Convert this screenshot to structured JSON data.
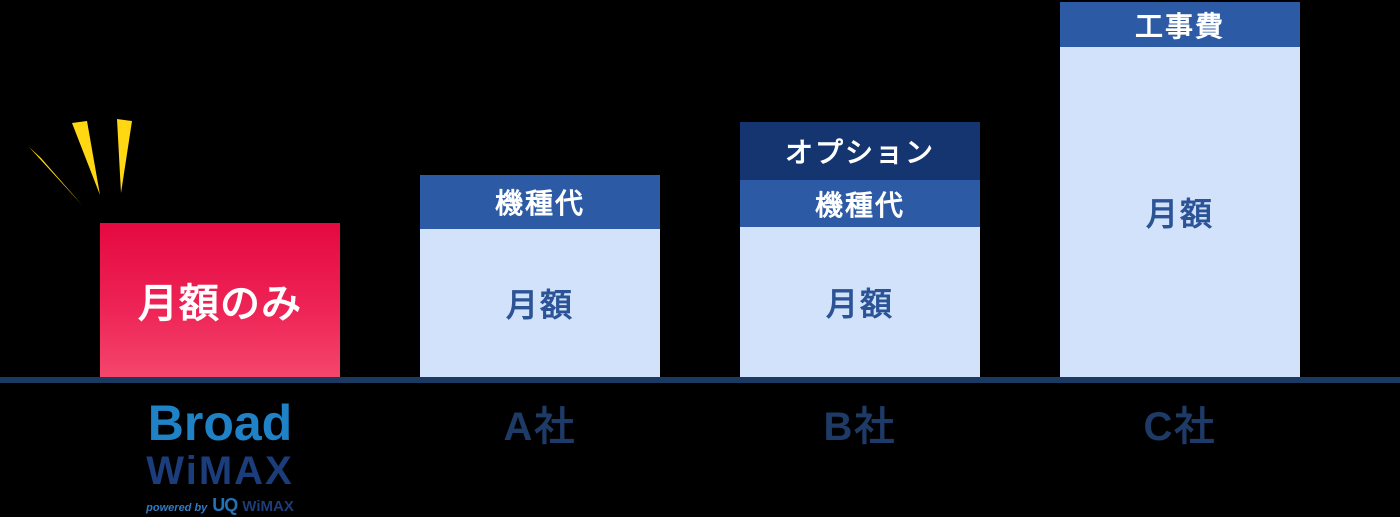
{
  "chart_data": {
    "type": "bar",
    "stacked": true,
    "orientation": "vertical",
    "title": "",
    "categories": [
      "Broad WiMAX",
      "A社",
      "B社",
      "C社"
    ],
    "value_unit": "relative height (no numeric axis shown in image)",
    "series": [
      {
        "name": "月額",
        "values": [
          154,
          148,
          150,
          330
        ]
      },
      {
        "name": "機種代",
        "values": [
          0,
          54,
          47,
          0
        ]
      },
      {
        "name": "オプション",
        "values": [
          0,
          0,
          58,
          0
        ]
      },
      {
        "name": "工事費",
        "values": [
          0,
          0,
          0,
          45
        ]
      }
    ],
    "totals": [
      154,
      202,
      255,
      375
    ],
    "annotations": [
      "Broad WiMAXの棒は「月額のみ」と強調表示（黄色の強調マーク付き）"
    ],
    "legend": "none",
    "grid": false,
    "xlabel": "",
    "ylabel": ""
  },
  "bars": {
    "broad": {
      "segment": "月額のみ"
    },
    "a": {
      "header": "機種代",
      "body": "月額",
      "label": "A社"
    },
    "b": {
      "top": "オプション",
      "header": "機種代",
      "body": "月額",
      "label": "B社"
    },
    "c": {
      "header": "工事費",
      "body": "月額",
      "label": "C社"
    }
  },
  "logo": {
    "brand_top": "Broad",
    "brand_bottom": "WiMAX",
    "powered_by": "powered by",
    "uq": "UQ",
    "uq_brand": "WiMAX"
  },
  "colors": {
    "background": "#000000",
    "pink_gradient_top": "#e50941",
    "pink_gradient_bottom": "#f4466c",
    "medium_blue_segment": "#2c5aa5",
    "dark_navy_segment": "#143570",
    "light_blue_segment": "#d1e2fa",
    "baseline_navy": "#1a3a62",
    "company_label_navy": "#1e3a66",
    "body_text_blue": "#2b5396",
    "segment_header_text": "#ffffff",
    "spark_yellow": "#ffd713",
    "logo_broad_blue": "#2082c6",
    "logo_wimax_navy": "#1c3d7b"
  }
}
